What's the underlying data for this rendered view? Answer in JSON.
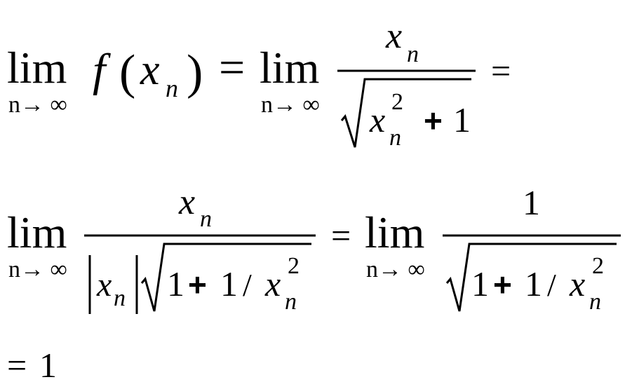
{
  "equation": {
    "lim": "lim",
    "sub": "n→ ∞",
    "f": "f",
    "lparen": "(",
    "rparen": ")",
    "x": "x",
    "n": "n",
    "eq": "=",
    "two": "2",
    "plus": "+",
    "one": "1",
    "slash": "/",
    "abs_bar": "|"
  }
}
